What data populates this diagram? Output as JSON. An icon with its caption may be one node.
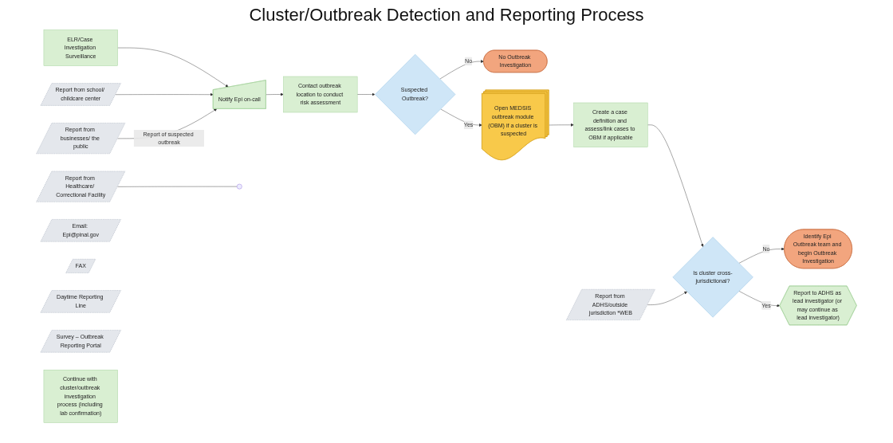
{
  "diagram": {
    "title": "Cluster/Outbreak Detection and Reporting Process",
    "nodes": [
      {
        "text": [
          "ELR/Case Investigation Surveillance"
        ]
      },
      {
        "text": [
          "Report from school/ childcare center"
        ]
      },
      {
        "text": [
          "Report from businesses/ the public"
        ]
      },
      {
        "text": [
          "Report from Healthcare/ Correctional Facility"
        ]
      },
      {
        "text": [
          "Notify Epi on-call"
        ]
      },
      {
        "text": [
          "Contact outbreak location to conduct risk assessment"
        ]
      },
      {
        "text": [
          "Email: Epi@pinal.gov"
        ]
      },
      {
        "text": [
          "FAX"
        ]
      },
      {
        "text": [
          "Daytime Reporting Line"
        ]
      },
      {
        "text": [
          "Survey – Outbreak Reporting Portal"
        ]
      },
      {
        "text": [
          "Suspected Outbreak?"
        ]
      },
      {
        "text": [
          "No Outbreak Investigation"
        ]
      },
      {
        "text": [
          "Open MEDSIS outbreak module (OBM) if a cluster is suspected"
        ]
      },
      {
        "text": [
          "Create a case definition and assess/link cases to OBM if applicable"
        ]
      },
      {
        "text": [
          "Is cluster cross-jurisdictional?"
        ]
      },
      {
        "text": [
          "Report from ADHS/outside jurisdiction *WEB"
        ]
      },
      {
        "text": [
          "Continue with cluster/outbreak investigation process (including lab confirmation)"
        ]
      },
      {
        "text": [
          "Identify Epi Outbreak team and begin Outbreak Investigation"
        ]
      },
      {
        "text": [
          "Report to ADHS as lead investigator (or may continue as lead investigator)"
        ]
      }
    ],
    "edges": [
      {
        "from": 0,
        "to": 4,
        "arrow": "to"
      },
      {
        "from": 1,
        "to": 4,
        "arrow": "to"
      },
      {
        "from": 2,
        "to": 4,
        "label": "Report of suspected outbreak",
        "arrow": "to"
      },
      {
        "from": 3,
        "to": null,
        "arrow": "none"
      },
      {
        "from": 4,
        "to": 5,
        "arrow": "to"
      },
      {
        "from": 5,
        "to": 10,
        "arrow": "to"
      },
      {
        "from": 10,
        "to": 11,
        "label": "No",
        "arrow": "to"
      },
      {
        "from": 10,
        "to": 12,
        "label": "Yes",
        "arrow": "to"
      },
      {
        "from": 12,
        "to": 13,
        "arrow": "to"
      },
      {
        "from": 13,
        "to": 14,
        "arrow": "to"
      },
      {
        "from": 15,
        "to": 14,
        "arrow": "to"
      },
      {
        "from": 14,
        "to": 17,
        "label": "No",
        "arrow": "to"
      },
      {
        "from": 14,
        "to": 18,
        "label": "Yes",
        "arrow": "to"
      }
    ]
  }
}
